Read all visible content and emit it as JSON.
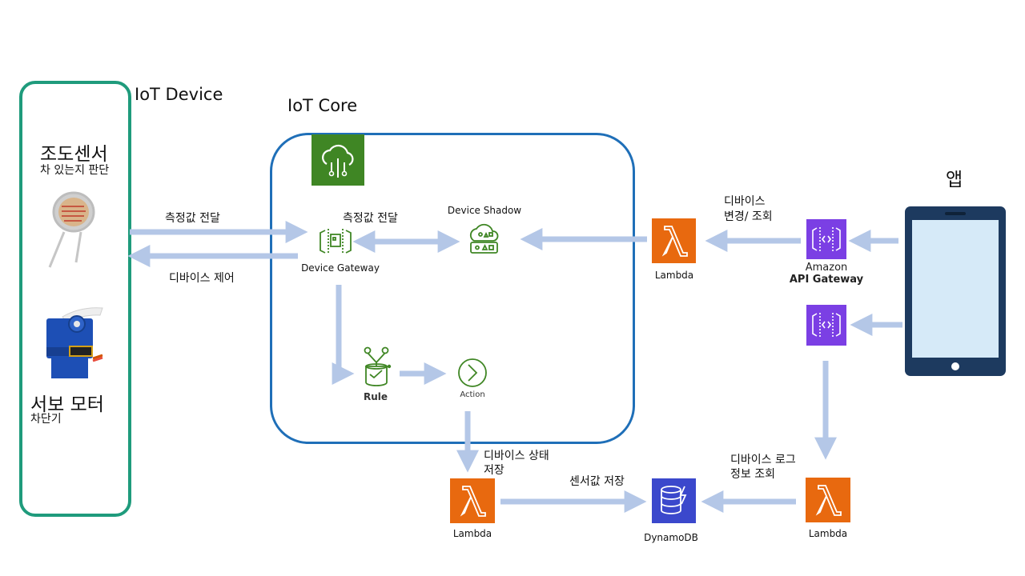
{
  "iot_device": {
    "title": "IoT Device",
    "sensor": {
      "name": "조도센서",
      "desc": "차 있는지 판단"
    },
    "servo": {
      "name": "서보 모터",
      "desc": "차단기"
    }
  },
  "iot_core": {
    "title": "IoT Core",
    "device_gateway": "Device  Gateway",
    "device_shadow": "Device  Shadow",
    "rule": "Rule",
    "action": "Action"
  },
  "edges": {
    "sensor_to_gateway": "측정값 전달",
    "gateway_to_shadow": "측정값 전달",
    "gateway_to_device": "디바이스 제어",
    "device_change": [
      "디바이스",
      "변경/ 조회"
    ],
    "action_store": [
      "디바이스 상태",
      "저장"
    ],
    "sensor_store": "센서값 저장",
    "device_log": [
      "디바이스 로그",
      "정보 조회"
    ]
  },
  "services": {
    "lambda_top": "Lambda",
    "lambda_bottom_left": "Lambda",
    "lambda_bottom_right": "Lambda",
    "api_gateway_line1": "Amazon",
    "api_gateway_line2": "API Gateway",
    "dynamodb": "DynamoDB"
  },
  "app": {
    "title": "앱"
  },
  "colors": {
    "arrow": "#b4c7e7",
    "device_border": "#1f9b7c",
    "core_border": "#1f6fb8",
    "lambda": "#e8690f",
    "api_gateway": "#7b3fe4",
    "dynamodb": "#3b48cc",
    "iot_green": "#3f8624",
    "tablet": "#1d3a5f",
    "tablet_screen": "#d6eaf8"
  },
  "icons": [
    "iot-core-icon",
    "device-gateway-icon",
    "device-shadow-icon",
    "rule-icon",
    "action-icon",
    "lambda-icon",
    "api-gateway-icon",
    "dynamodb-icon",
    "tablet-icon",
    "light-sensor-image",
    "servo-motor-image"
  ]
}
